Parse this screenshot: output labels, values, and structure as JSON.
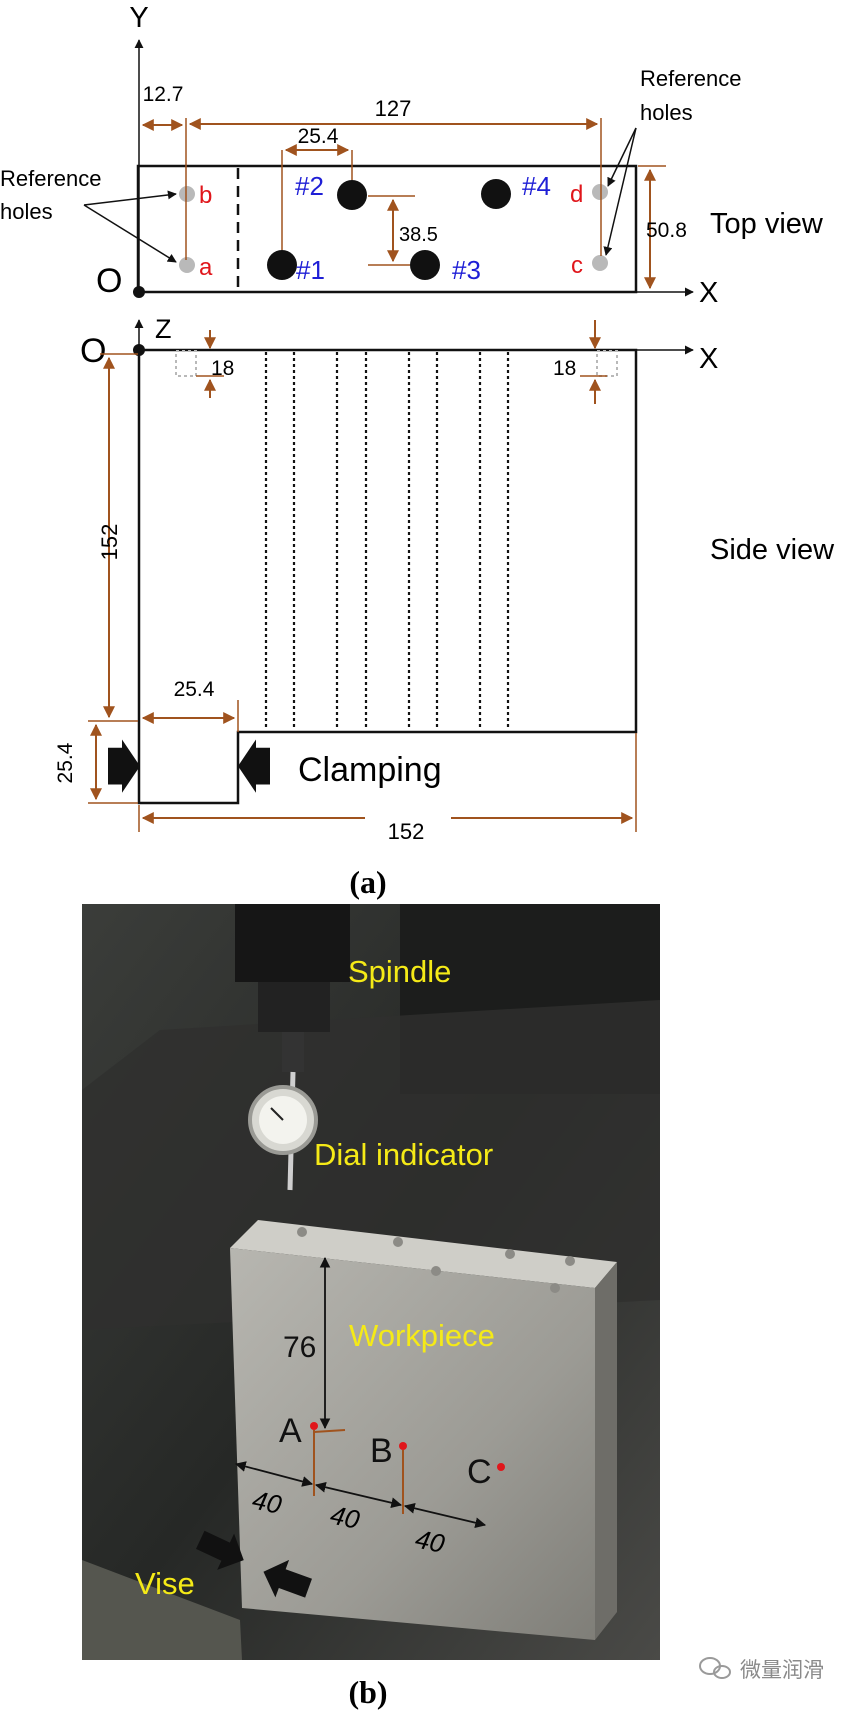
{
  "panel_a": {
    "caption": "(a)",
    "axes": {
      "y": "Y",
      "x": "X",
      "z": "Z",
      "origin": "O"
    },
    "views": {
      "top": "Top view",
      "side": "Side view"
    },
    "reference_holes_label": [
      "Reference",
      "holes"
    ],
    "reference_holes": [
      "a",
      "b",
      "c",
      "d"
    ],
    "hole_labels": [
      "#1",
      "#2",
      "#3",
      "#4"
    ],
    "dimensions": {
      "ref_offset": "12.7",
      "ref_span": "127",
      "hole_spacing_x": "25.4",
      "hole_spacing_y": "38.5",
      "width": "50.8",
      "height_side": "152",
      "clamp_width": "25.4",
      "clamp_height": "25.4",
      "length": "152",
      "depth_left": "18",
      "depth_right": "18"
    },
    "clamping": "Clamping"
  },
  "panel_b": {
    "caption": "(b)",
    "labels": {
      "spindle": "Spindle",
      "dial_indicator": "Dial indicator",
      "workpiece": "Workpiece",
      "vise": "Vise"
    },
    "points": [
      "A",
      "B",
      "C"
    ],
    "dimensions": {
      "depth": "76",
      "spacing_1": "40",
      "spacing_2": "40",
      "spacing_3": "40"
    }
  },
  "watermark": "微量润滑",
  "colors": {
    "dimension": "#a0531e",
    "hole_label": "#1f1fd6",
    "ref_label": "#e0161b",
    "photo_label": "#f5ea17"
  }
}
